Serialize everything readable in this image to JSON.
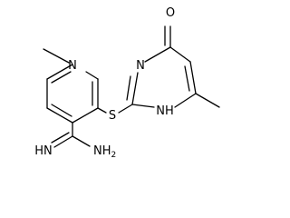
{
  "molecule": {
    "atoms": {
      "pyridine_n": "N",
      "sulfur": "S",
      "pyrimidine_n3": "N",
      "pyrimidine_nh": "NH",
      "carbonyl_o": "O",
      "imine_nh": "HN",
      "amine_nh2": "NH",
      "amine_h2_subscript": "2"
    }
  }
}
